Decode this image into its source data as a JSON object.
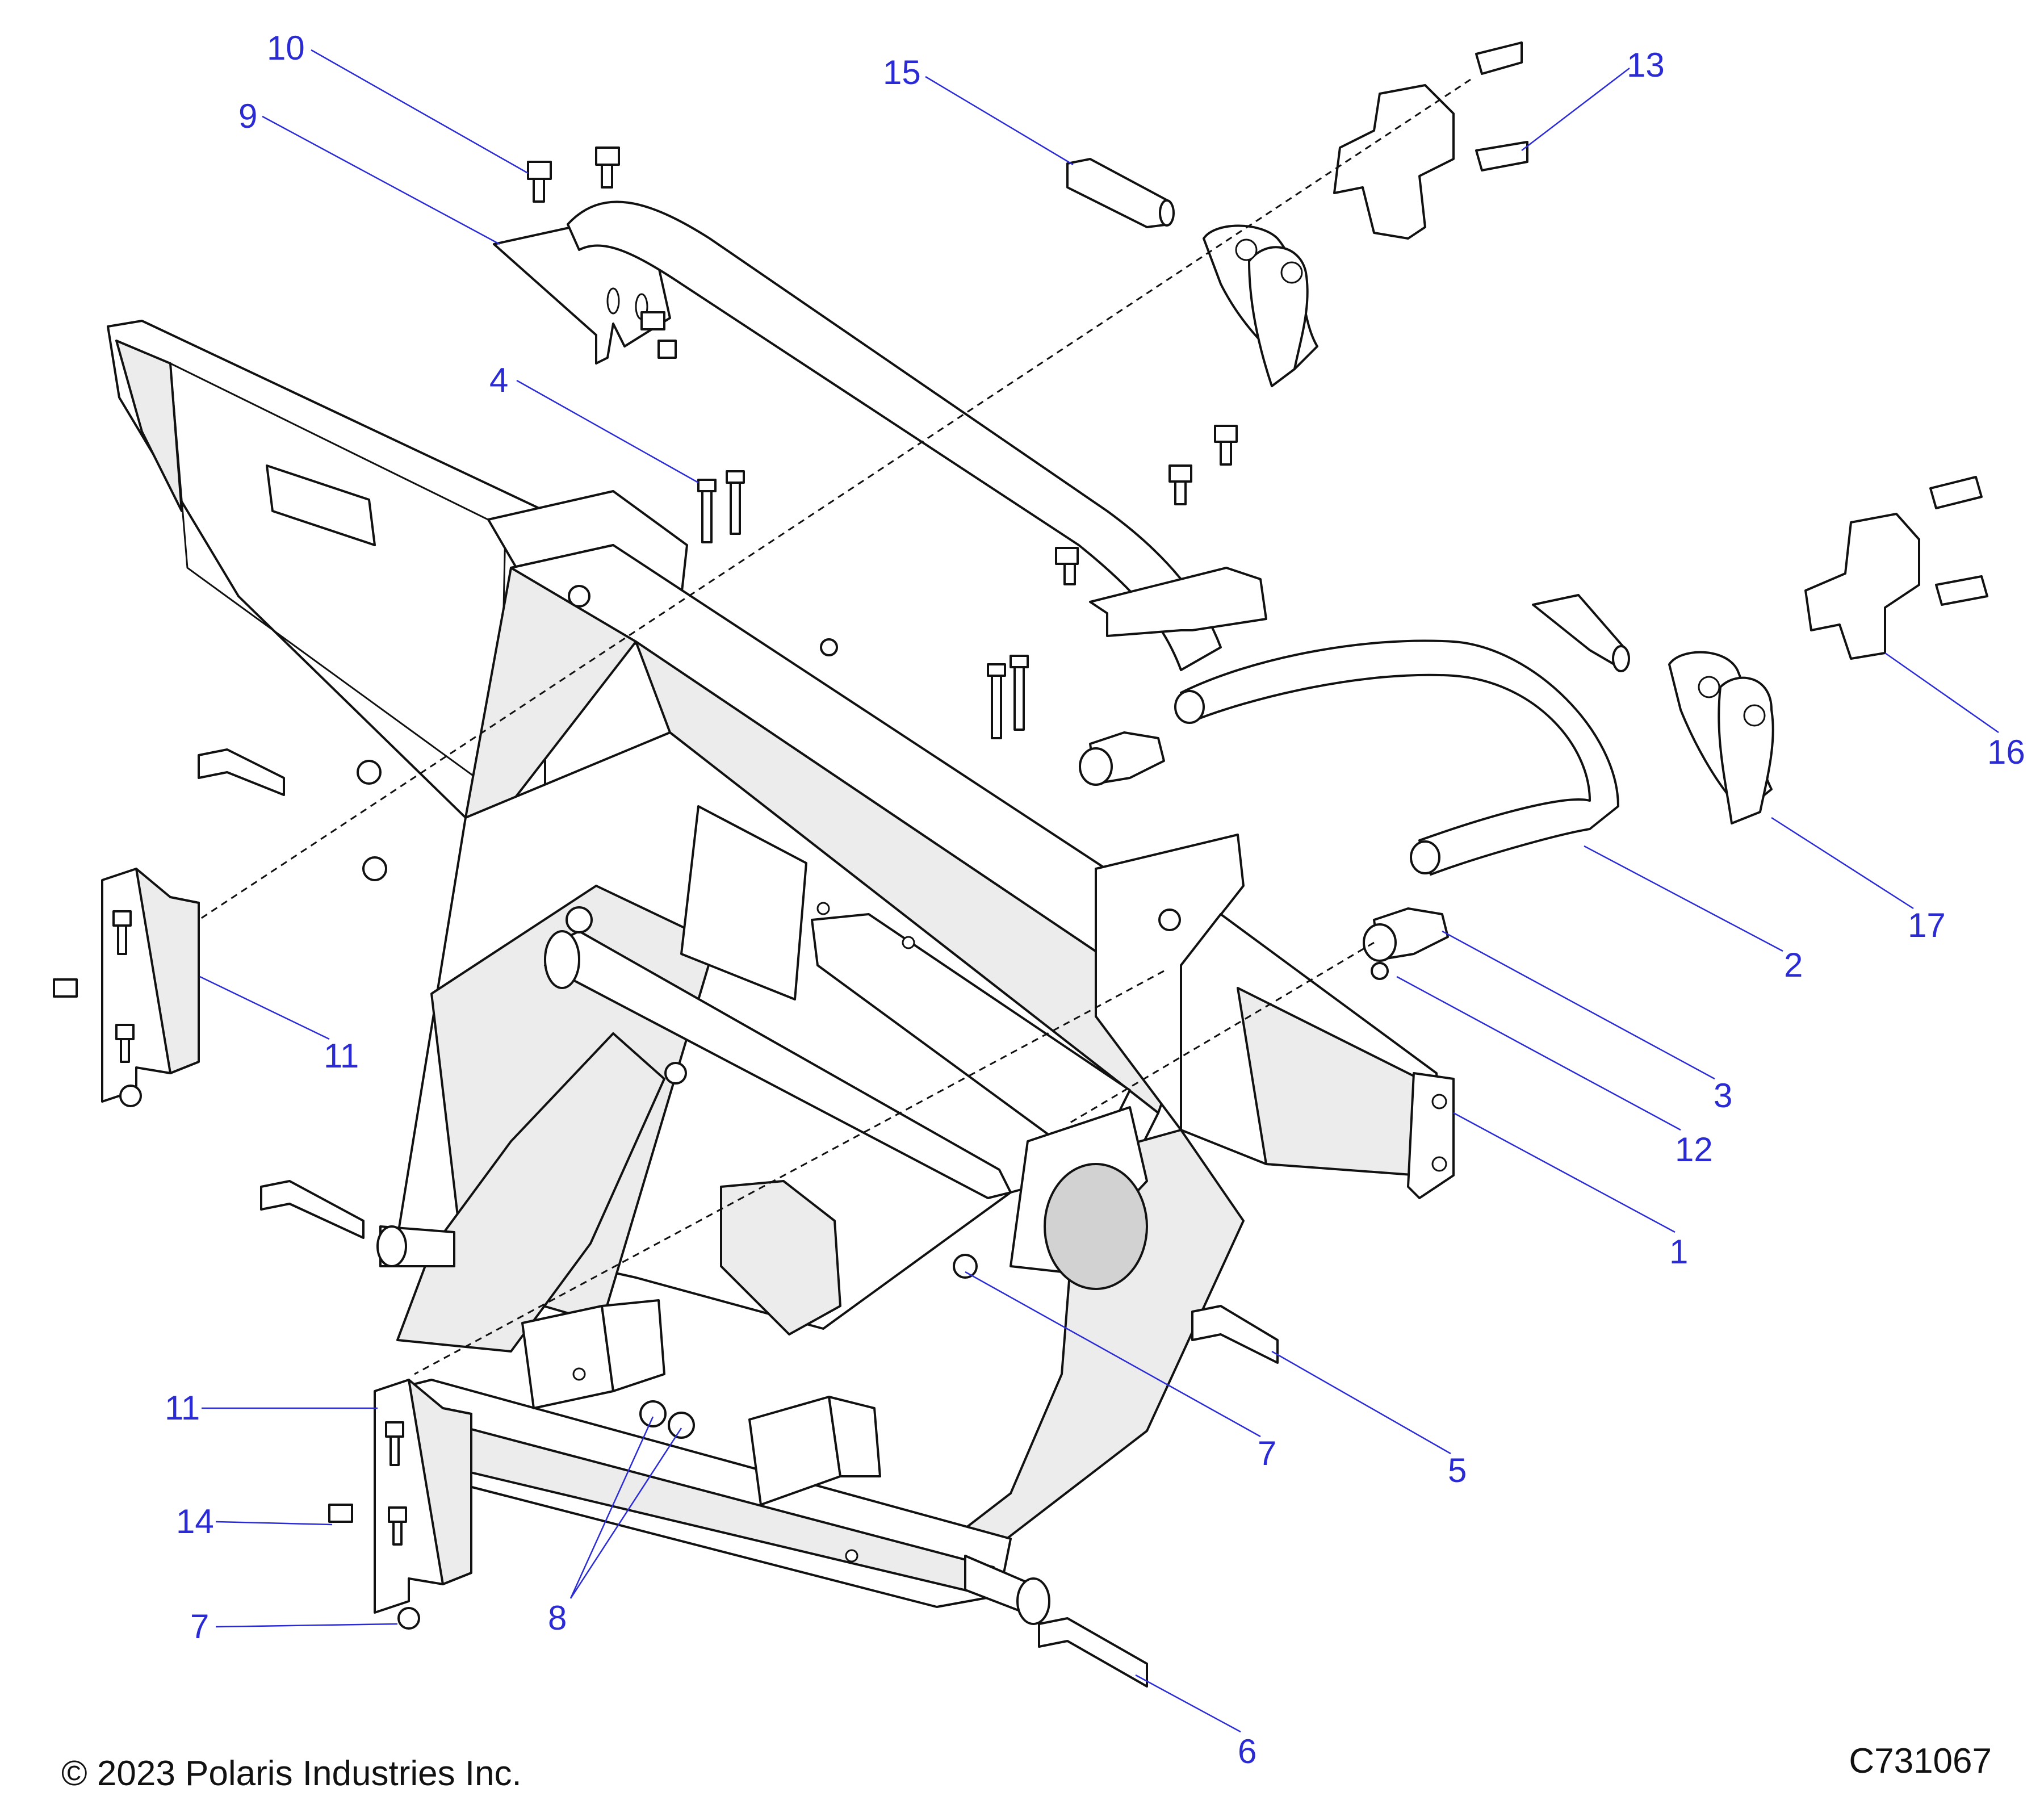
{
  "copyright": "© 2023 Polaris Industries Inc.",
  "figure_id": "C731067",
  "callouts": [
    "10",
    "9",
    "15",
    "13",
    "4",
    "16",
    "17",
    "2",
    "3",
    "12",
    "11",
    "1",
    "7",
    "5",
    "11",
    "14",
    "7",
    "8",
    "6"
  ]
}
